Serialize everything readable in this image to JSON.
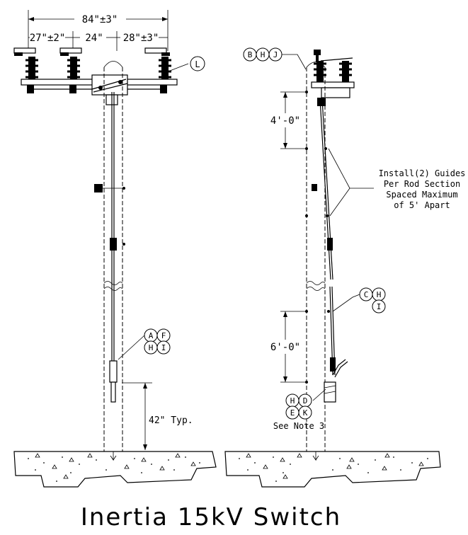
{
  "title": "Inertia 15kV Switch",
  "left_view": {
    "dim_overall": "84\"±3\"",
    "dim_left": "27\"±2\"",
    "dim_middle": "24\"",
    "dim_right": "28\"±3\"",
    "dim_handle_height": "42\" Typ.",
    "callout_L": "L",
    "callout_handle": [
      "A",
      "F",
      "H",
      "I"
    ]
  },
  "right_view": {
    "callout_top": [
      "B",
      "H",
      "J"
    ],
    "dim_upper": "4'-0\"",
    "dim_lower": "6'-0\"",
    "note_guides": [
      "Install(2) Guides",
      "Per Rod Section",
      "Spaced Maximum",
      "of 5' Apart"
    ],
    "callout_mid": [
      "C",
      "H",
      "I"
    ],
    "callout_bottom": [
      "H",
      "D",
      "E",
      "K"
    ],
    "see_note": "See Note 3"
  }
}
